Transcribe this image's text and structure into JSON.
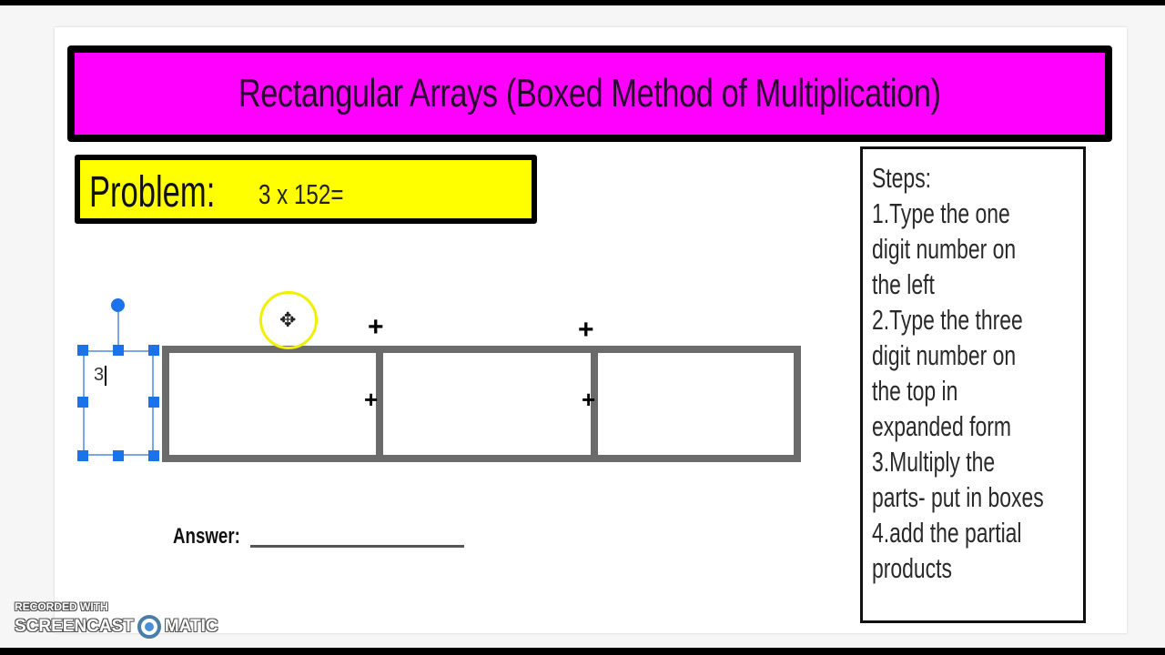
{
  "slide": {
    "title": "Rectangular Arrays (Boxed Method of Multiplication)",
    "title_bg": "#ff00ff",
    "problem": {
      "label": "Problem:",
      "expression": "3 x 152=",
      "bg": "#ffff00"
    },
    "steps": {
      "lines": [
        "Steps:",
        "1.Type the one",
        "digit number on",
        "the left",
        "2.Type the three",
        "digit number on",
        "the top in",
        "expanded form",
        "3.Multiply the",
        "parts- put in boxes",
        "4.add the partial",
        "products"
      ]
    },
    "array": {
      "left_textbox_value": "3",
      "cells": [
        "",
        "",
        ""
      ],
      "plus_symbol": "+",
      "border_color": "#6b6b6b"
    },
    "answer": {
      "label": "Answer:",
      "value": ""
    }
  },
  "selection": {
    "handle_color": "#1a73e8"
  },
  "cursor": {
    "icon": "move-cursor-icon",
    "glyph": "✥",
    "highlight_color": "#f0f000"
  },
  "watermark": {
    "line1": "RECORDED WITH",
    "line2_left": "SCREENCAST",
    "line2_right": "MATIC"
  }
}
